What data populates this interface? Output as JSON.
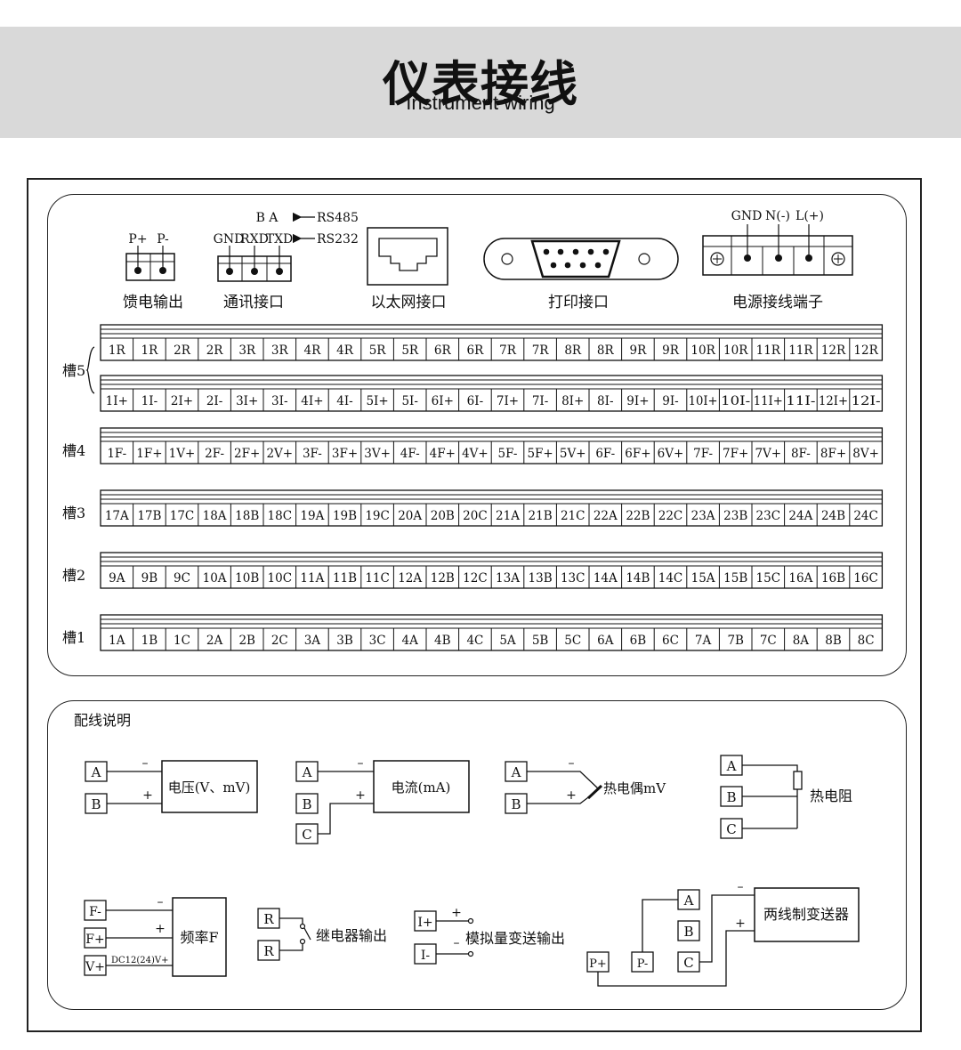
{
  "header": {
    "title_cn": "仪表接线",
    "title_en": "Instrument wiring"
  },
  "connectors": {
    "feeder": {
      "pins": [
        "P+",
        "P-"
      ],
      "label": "馈电输出"
    },
    "comm": {
      "rs485_pins": "B   A",
      "rs485": "RS485",
      "pins": [
        "GND",
        "RXD",
        "TXD"
      ],
      "rs232": "RS232",
      "label": "通讯接口"
    },
    "ethernet": {
      "label": "以太网接口"
    },
    "print": {
      "label": "打印接口"
    },
    "power": {
      "pins": [
        "GND",
        "N(-)",
        "L(+)"
      ],
      "label": "电源接线端子"
    }
  },
  "slots": [
    {
      "label": "槽5",
      "rows": [
        [
          "1R",
          "1R",
          "2R",
          "2R",
          "3R",
          "3R",
          "4R",
          "4R",
          "5R",
          "5R",
          "6R",
          "6R",
          "7R",
          "7R",
          "8R",
          "8R",
          "9R",
          "9R",
          "10R",
          "10R",
          "11R",
          "11R",
          "12R",
          "12R"
        ],
        [
          "1I+",
          "1I-",
          "2I+",
          "2I-",
          "3I+",
          "3I-",
          "4I+",
          "4I-",
          "5I+",
          "5I-",
          "6I+",
          "6I-",
          "7I+",
          "7I-",
          "8I+",
          "8I-",
          "9I+",
          "9I-",
          "10I+",
          "10I-",
          "11I+",
          "11I-",
          "12I+",
          "12I-"
        ]
      ]
    },
    {
      "label": "槽4",
      "rows": [
        [
          "1F-",
          "1F+",
          "1V+",
          "2F-",
          "2F+",
          "2V+",
          "3F-",
          "3F+",
          "3V+",
          "4F-",
          "4F+",
          "4V+",
          "5F-",
          "5F+",
          "5V+",
          "6F-",
          "6F+",
          "6V+",
          "7F-",
          "7F+",
          "7V+",
          "8F-",
          "8F+",
          "8V+"
        ]
      ]
    },
    {
      "label": "槽3",
      "rows": [
        [
          "17A",
          "17B",
          "17C",
          "18A",
          "18B",
          "18C",
          "19A",
          "19B",
          "19C",
          "20A",
          "20B",
          "20C",
          "21A",
          "21B",
          "21C",
          "22A",
          "22B",
          "22C",
          "23A",
          "23B",
          "23C",
          "24A",
          "24B",
          "24C"
        ]
      ]
    },
    {
      "label": "槽2",
      "rows": [
        [
          "9A",
          "9B",
          "9C",
          "10A",
          "10B",
          "10C",
          "11A",
          "11B",
          "11C",
          "12A",
          "12B",
          "12C",
          "13A",
          "13B",
          "13C",
          "14A",
          "14B",
          "14C",
          "15A",
          "15B",
          "15C",
          "16A",
          "16B",
          "16C"
        ]
      ]
    },
    {
      "label": "槽1",
      "rows": [
        [
          "1A",
          "1B",
          "1C",
          "2A",
          "2B",
          "2C",
          "3A",
          "3B",
          "3C",
          "4A",
          "4B",
          "4C",
          "5A",
          "5B",
          "5C",
          "6A",
          "6B",
          "6C",
          "7A",
          "7B",
          "7C",
          "8A",
          "8B",
          "8C"
        ]
      ]
    }
  ],
  "wiring": {
    "title": "配线说明",
    "voltage": {
      "label": "电压(V、mV)",
      "terms": [
        "A",
        "B"
      ]
    },
    "current": {
      "label": "电流(mA)",
      "terms": [
        "A",
        "B",
        "C"
      ]
    },
    "thermocouple": {
      "label": "热电偶mV",
      "terms": [
        "A",
        "B"
      ]
    },
    "rtd": {
      "label": "热电阻",
      "terms": [
        "A",
        "B",
        "C"
      ]
    },
    "frequency": {
      "label": "频率F",
      "terms": [
        "F-",
        "F+",
        "V+"
      ],
      "supply": "DC12(24)V+"
    },
    "relay": {
      "label": "继电器输出",
      "terms": [
        "R",
        "R"
      ]
    },
    "analog": {
      "label": "模拟量变送输出",
      "terms": [
        "I+",
        "I-"
      ]
    },
    "transmitter": {
      "label": "两线制变送器",
      "terms": [
        "A",
        "B",
        "C",
        "P+",
        "P-"
      ]
    },
    "minus": "–",
    "plus": "+"
  }
}
